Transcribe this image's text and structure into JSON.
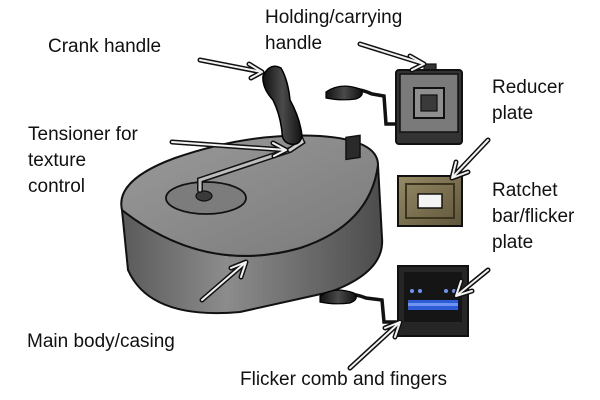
{
  "labels": {
    "holding_handle": [
      "Holding/carrying",
      "handle"
    ],
    "crank_handle": "Crank handle",
    "reducer_plate": [
      "Reducer",
      "plate"
    ],
    "tensioner": [
      "Tensioner for",
      "texture",
      "control"
    ],
    "ratchet_bar": [
      "Ratchet",
      "bar/flicker",
      "plate"
    ],
    "main_body": "Main body/casing",
    "flicker_comb": "Flicker comb and fingers"
  },
  "colors": {
    "casing": "#6e6e6e",
    "casing_top": "#8a8a8a",
    "handle": "#2a2a2a",
    "ratchet_plate": "#7d7150",
    "comb_blue": "#2e5bd6",
    "outline": "#111111"
  }
}
